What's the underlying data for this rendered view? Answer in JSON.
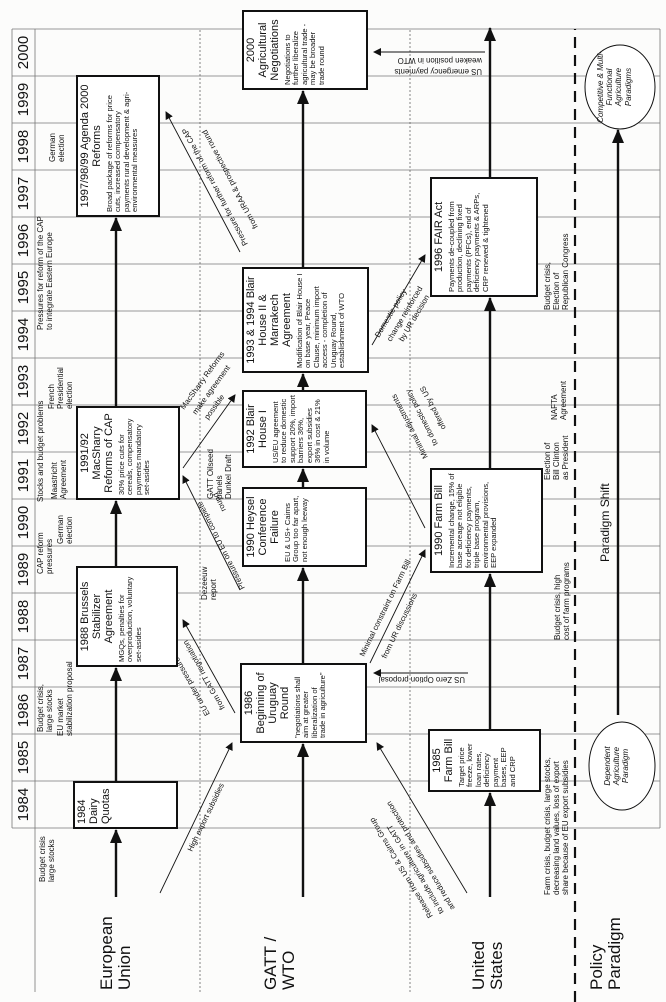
{
  "years": [
    "1984",
    "1985",
    "1986",
    "1987",
    "1988",
    "1989",
    "1990",
    "1991",
    "1992",
    "1993",
    "1994",
    "1995",
    "1996",
    "1997",
    "1998",
    "1999",
    "2000"
  ],
  "rows": {
    "eu": "European Union",
    "gatt": "GATT / WTO",
    "us": "United States",
    "paradigm": "Policy Paradigm"
  },
  "eu_notes": {
    "pre": "Budget crisis\nlarge stocks",
    "n1986a": "Budget crisis,\nlarge stocks",
    "n1986b": "EU market\nstabilization proposal",
    "n1989": "CAP reform\npressures",
    "n1990": "German\nelection",
    "n1991a": "Stocks and budget problems",
    "n1991b": "Maastricht\nAgreement",
    "n1993": "French\nPresidential\nelection",
    "n1994": "Pressures for reform of the CAP\nto integrate Eastern Europe",
    "n1998": "German\nelection"
  },
  "gatt_notes": {
    "n1989": "Dezeeuw\nreport",
    "n1991": "GATT Oilseed\npanels\nDunkel Draft"
  },
  "us_notes": {
    "n1985": "Farm crisis, budget crisis, large stocks,\ndecreasing land values, loss of export\nshare because of EU export subsidies",
    "n1987": "Budget crisis, high\ncost of farm programs",
    "n1991": "Election of\nBill Clinton\nas President",
    "n1993": "NAFTA\nAgreement",
    "n1995": "Budget crisis,\nElection of\nRepublican Congress"
  },
  "boxes": {
    "dairy": {
      "title": "1984 Dairy Quotas",
      "body": ""
    },
    "brussels": {
      "title": "1988 Brussels Stabilizer Agreement",
      "body": "MGQs, penalties for overproduction, voluntary set-asides"
    },
    "macsharry": {
      "title": "1991/92 MacSharry Reforms of CAP",
      "body": "30% price cuts for cereals, compensatory payments mandatory set-asides"
    },
    "agenda2000": {
      "title": "1997/98/99 Agenda 2000 Reforms",
      "body": "Broad package of reforms for price cuts, increased compensatory payments rural development & agri-environmental measures"
    },
    "uruguay": {
      "title": "1986 Beginning of Uruguay Round",
      "body": "\"negotiations shall aim at greater liberalization of trade in agriculture\""
    },
    "heysel": {
      "title": "1990 Heysel Conference Failure",
      "body": "EU & US+ Cairns Group too far apart, not enough leeway"
    },
    "blair1": {
      "title": "1992 Blair House I",
      "body": "US/EU agreement to reduce domestic support 20%, import barriers 36%, export subsidies 36% in cost & 21% in volume"
    },
    "blair2": {
      "title": "1993 & 1994 Blair House II & Marrakech Agreement",
      "body": "Modification of Blair House I on base year, Peace Clause, minimum import access - completion of Uruguay Round, establishment of WTO"
    },
    "ag2000": {
      "title": "2000 Agricultural Negotiations",
      "body": "Negotiations to further liberalize agricultural trade - may be broader trade round"
    },
    "farm85": {
      "title": "1985 Farm Bill",
      "body": "Target price freeze, lower loan rates, deficiency payment bases, EEP and CRP"
    },
    "farm90": {
      "title": "1990 Farm Bill",
      "body": "Incremental change, 15% of base acreage not eligible for deficiency payments, triple base program, environmental provisions, EEP expanded"
    },
    "fair": {
      "title": "1996 FAIR Act",
      "body": "Payments de-coupled from production, declining fixed payments (PFCs), end of deficiency payments & ARPs, CRP renewed & tightened"
    }
  },
  "annotations": {
    "high_export": "High export subsidies",
    "eu_pressure": [
      "EU under pressure",
      "from GATT negotiation"
    ],
    "pressure_complete": [
      "Pressure on EU to complete",
      "round"
    ],
    "macsharry_possible": [
      "MacSharry Reforms",
      "make agreement",
      "possible"
    ],
    "further_reform": [
      "Pressure for further reform of the CAP",
      "from URAA & prospective round"
    ],
    "release": [
      "Release from US & Cairns Group",
      "to include agriculture in GATT",
      "and reduce subsidies and protection"
    ],
    "zero_option": "US Zero Option proposal",
    "minimal_constraint": [
      "Minimal constraint on Farm Bill",
      "from UR discussions"
    ],
    "minimal_adjust": [
      "Minimal adjustments",
      "to domestic policy",
      "offered by US"
    ],
    "domestic_change": [
      "Domestic policy",
      "change reinforced",
      "by UR decision"
    ],
    "emergency": [
      "US emergency payments",
      "weaken position in WTO"
    ]
  },
  "paradigm": {
    "dependent": "Dependent Agriculture Paradigm",
    "competitive": "Competitive & Multi-Functional Agriculture Paradigms",
    "shift": "Paradigm Shift"
  }
}
